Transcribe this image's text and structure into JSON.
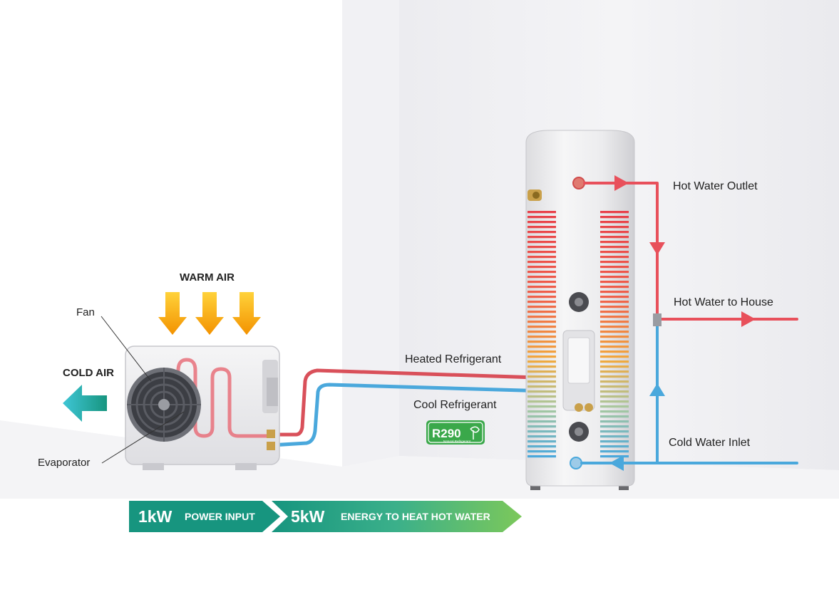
{
  "labels": {
    "warm_air": "WARM AIR",
    "cold_air": "COLD AIR",
    "fan": "Fan",
    "evaporator": "Evaporator",
    "heated_refrigerant": "Heated Refrigerant",
    "cool_refrigerant": "Cool Refrigerant",
    "hot_water_outlet": "Hot Water Outlet",
    "hot_water_to_house": "Hot Water to House",
    "cold_water_inlet": "Cold Water Inlet"
  },
  "badge": {
    "code": "R290",
    "subtitle": "Natural Refrigerant"
  },
  "energy_bar": {
    "power_value": "1kW",
    "power_label": "POWER INPUT",
    "energy_value": "5kW",
    "energy_label": "ENERGY TO HEAT HOT WATER"
  },
  "colors": {
    "hot": "#e8505b",
    "cold": "#4aa8dc",
    "green_dark": "#17957f",
    "green_light": "#7cc85a",
    "warm_arrow": "#f5a300"
  },
  "icons": {
    "warm_air": "arrow-down-icon",
    "cold_air": "arrow-left-icon",
    "badge": "leaf-icon"
  }
}
